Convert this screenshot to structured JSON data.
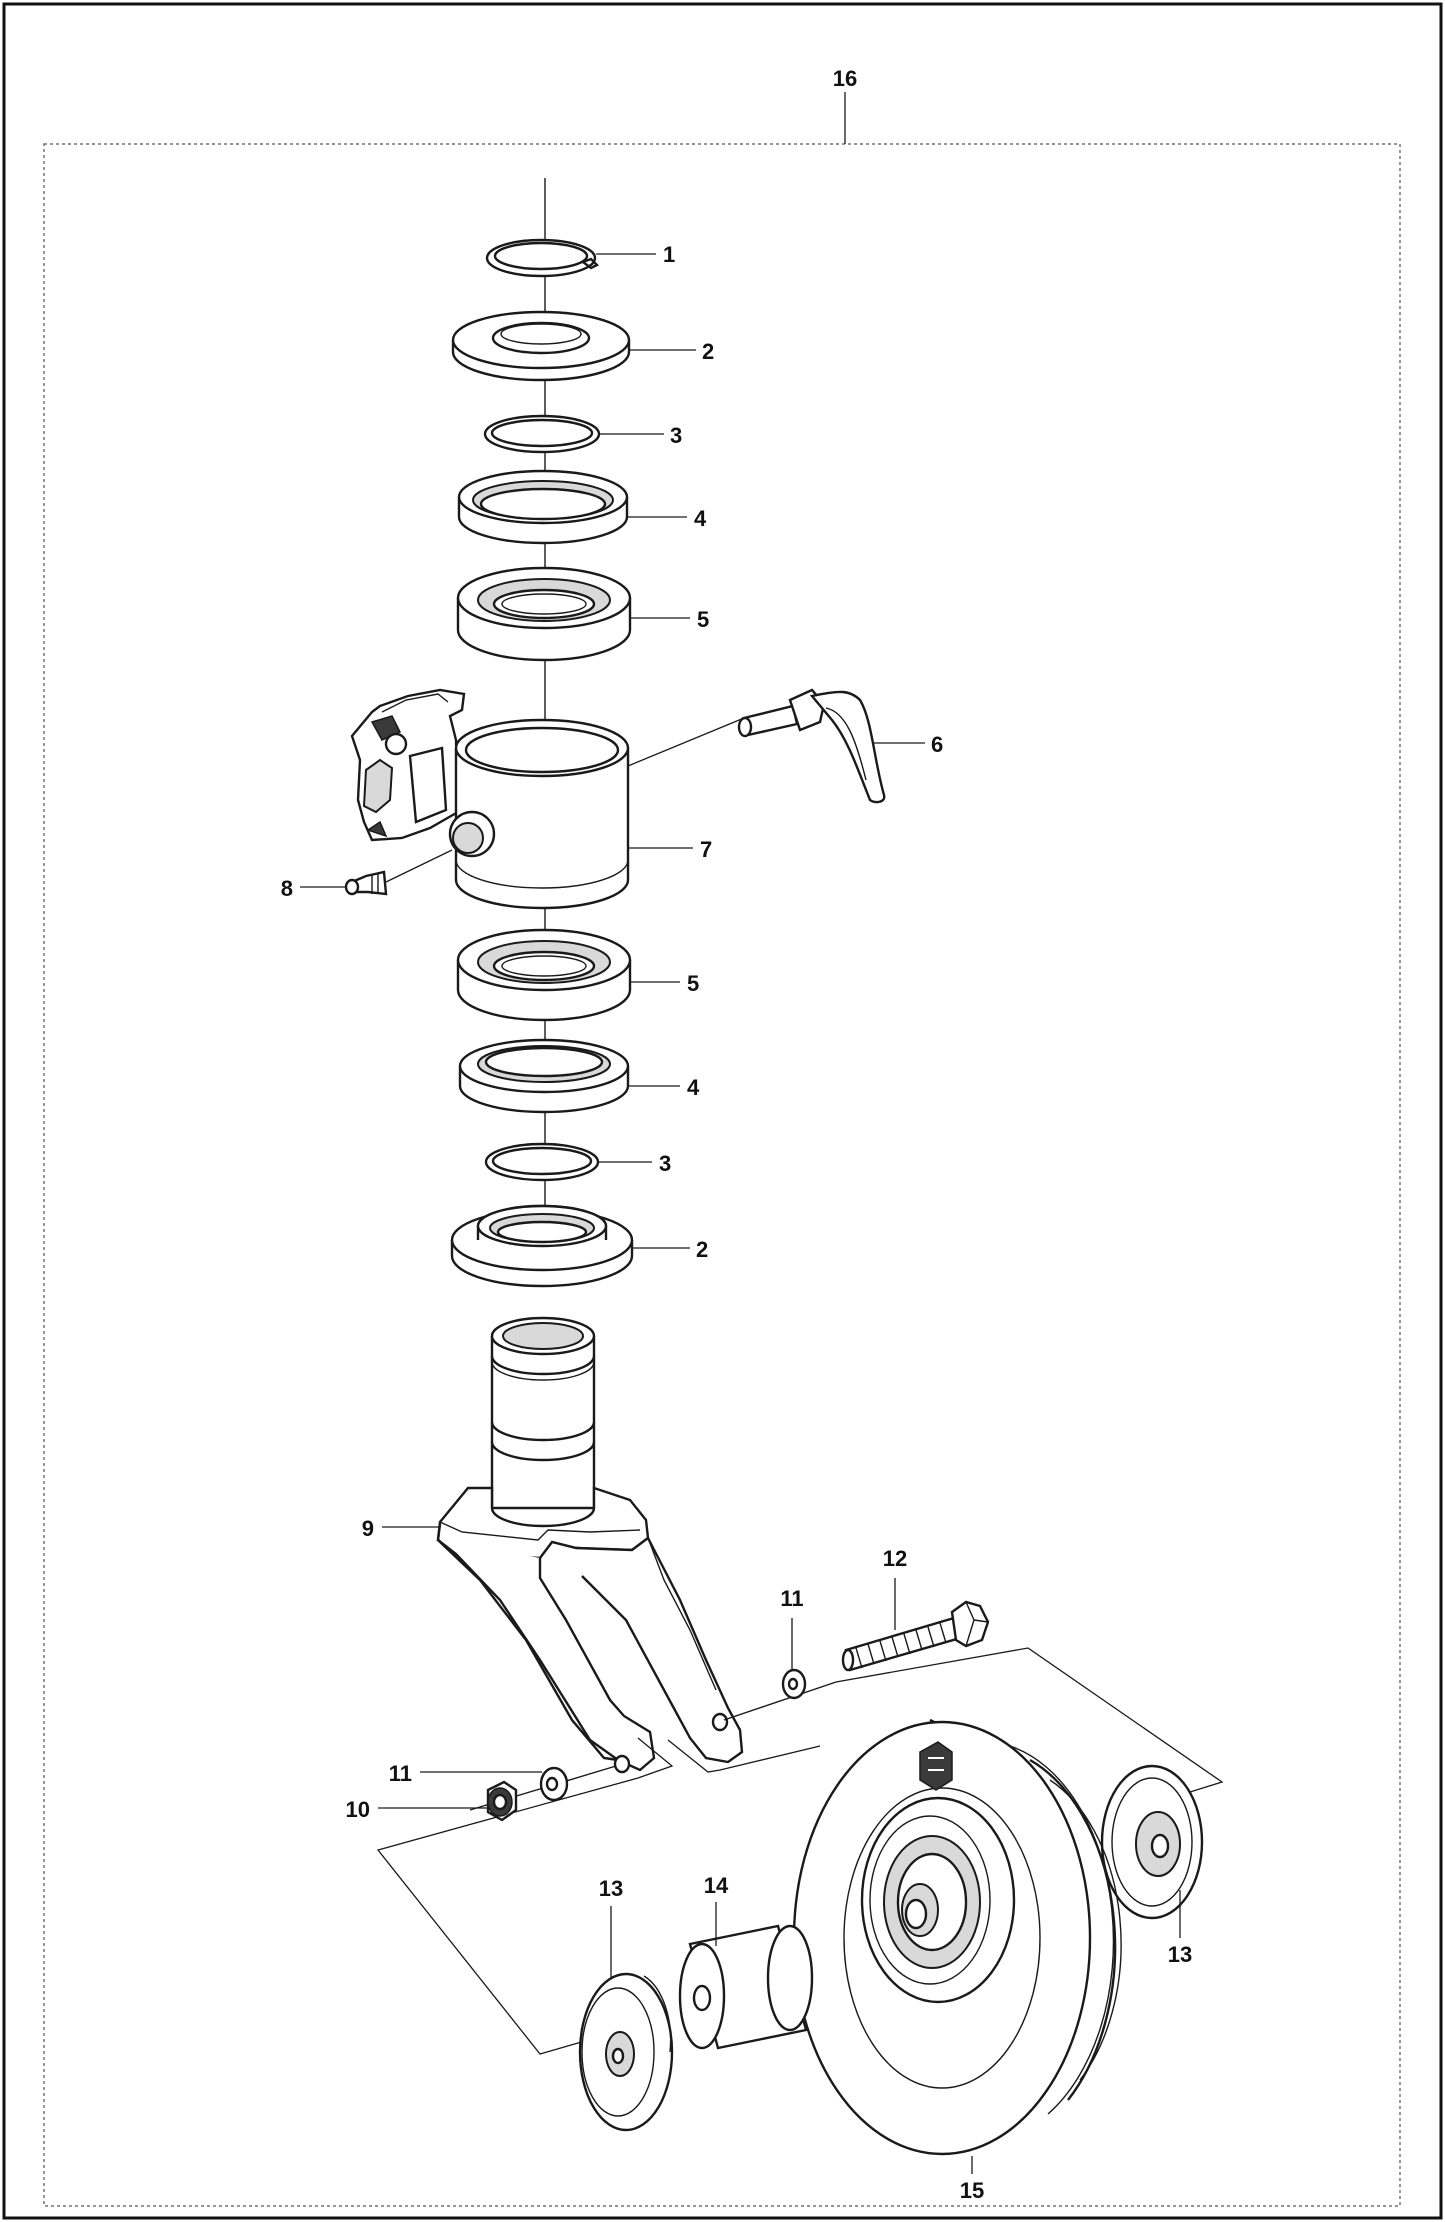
{
  "diagram": {
    "assembly_label": "16",
    "callouts": {
      "c1": "1",
      "c2a": "2",
      "c3a": "3",
      "c4a": "4",
      "c5a": "5",
      "c6": "6",
      "c7": "7",
      "c8": "8",
      "c5b": "5",
      "c4b": "4",
      "c3b": "3",
      "c2b": "2",
      "c9": "9",
      "c10": "10",
      "c11a": "11",
      "c11b": "11",
      "c12": "12",
      "c13a": "13",
      "c13b": "13",
      "c14": "14",
      "c15": "15"
    }
  }
}
